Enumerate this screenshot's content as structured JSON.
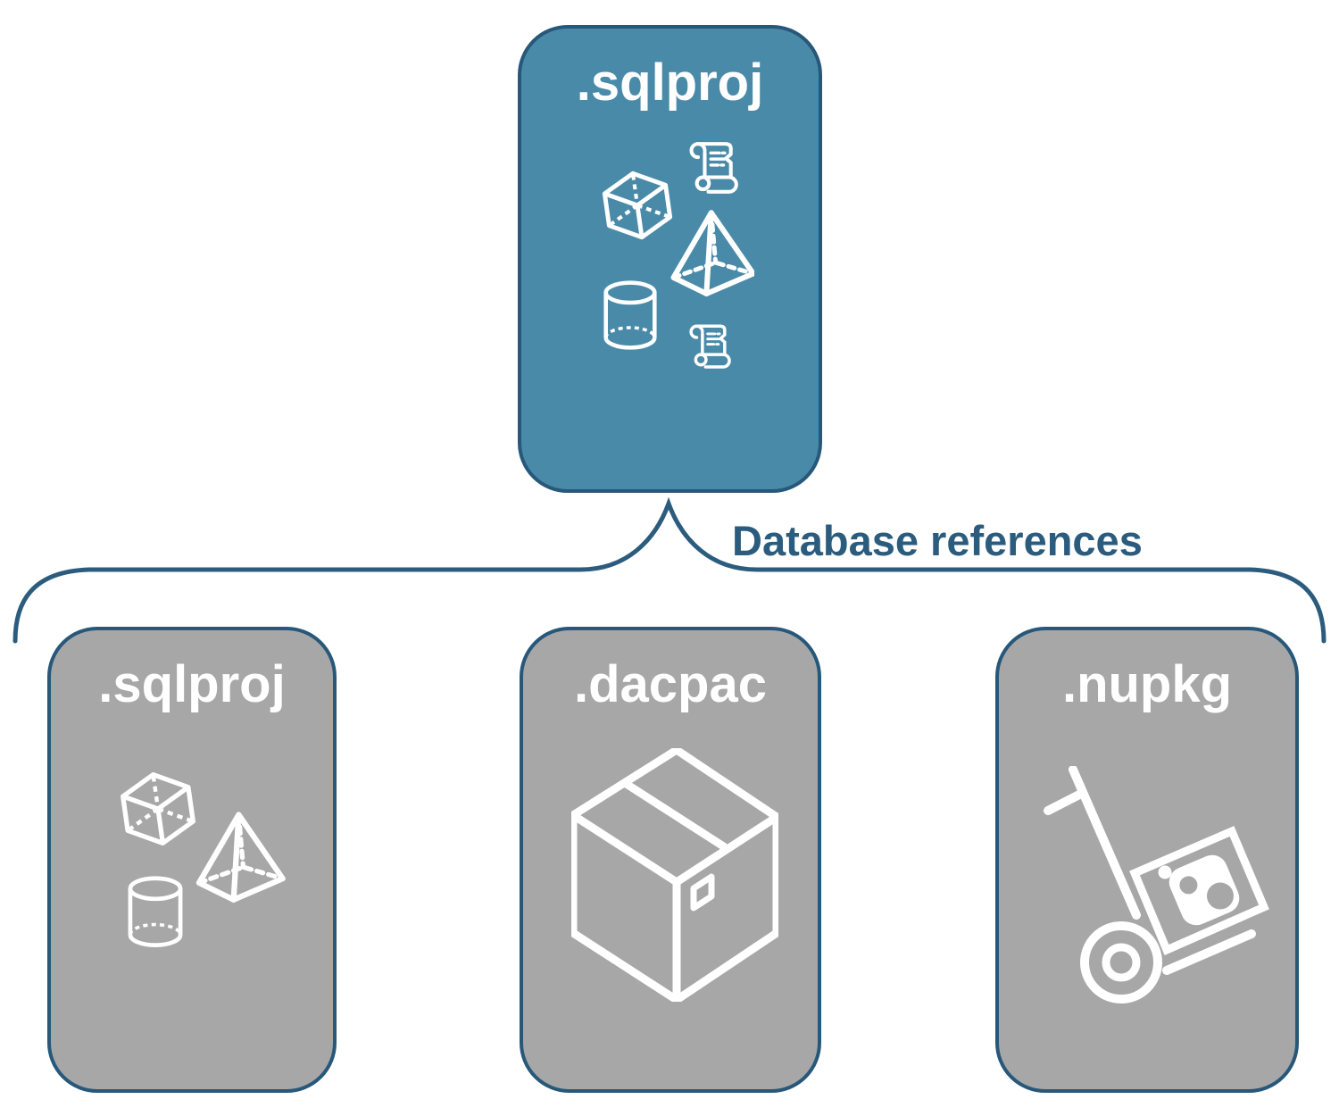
{
  "palette": {
    "card_blue": "#4a8aa9",
    "outline_navy": "#27587a",
    "card_gray": "#a7a7a7",
    "icon_white": "#ffffff",
    "label_navy": "#2b5c7e",
    "background": "#ffffff"
  },
  "parent_card": {
    "label": ".sqlproj",
    "icons": [
      "cube-icon",
      "scroll-icon",
      "pyramid-icon",
      "cylinder-icon",
      "scroll-icon"
    ]
  },
  "connector": {
    "label": "Database references"
  },
  "child_cards": [
    {
      "label": ".sqlproj",
      "icons": [
        "cube-icon",
        "pyramid-icon",
        "cylinder-icon"
      ]
    },
    {
      "label": ".dacpac",
      "icons": [
        "package-box-icon"
      ]
    },
    {
      "label": ".nupkg",
      "icons": [
        "nuget-hand-truck-icon"
      ]
    }
  ]
}
